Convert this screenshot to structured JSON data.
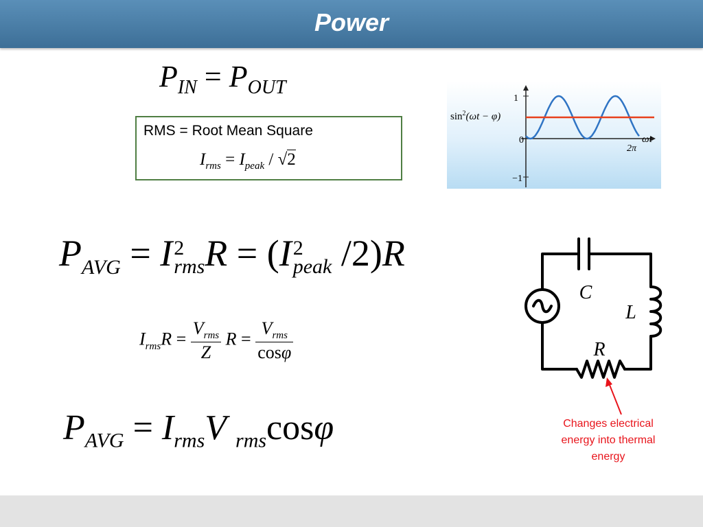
{
  "slide": {
    "title": "Power"
  },
  "equations": {
    "pin": {
      "p1": "P",
      "s1": "IN",
      "eq": "=",
      "p2": "P",
      "s2": "OUT"
    },
    "rms_box": {
      "definition": "RMS = Root Mean Square",
      "lhs": "I",
      "lhs_sub": "rms",
      "eq": "=",
      "rhs": "I",
      "rhs_sub": "peak",
      "slash": "/",
      "root": "√",
      "two": "2"
    },
    "pavg1": {
      "p": "P",
      "p_sub": "AVG",
      "eq1": "=",
      "i": "I",
      "sup2": "2",
      "i_sub": "rms",
      "r1": "R",
      "eq2": "=",
      "lp": "(",
      "i2": "I",
      "sup2b": "2",
      "i2_sub": "peak",
      "slash": "/",
      "two": "2",
      "rp": ")",
      "r2": "R"
    },
    "irms_r": {
      "i": "I",
      "i_sub": "rms",
      "r": "R",
      "eq1": "=",
      "v1": "V",
      "v1_sub": "rms",
      "z": "Z",
      "r2": "R",
      "eq2": "=",
      "v2": "V",
      "v2_sub": "rms",
      "cos": "cos",
      "phi": "φ"
    },
    "pavg2": {
      "p": "P",
      "p_sub": "AVG",
      "eq": "=",
      "i": "I",
      "i_sub": "rms",
      "v": "V",
      "v_sub": "rms",
      "cos": "cos",
      "phi": "φ"
    }
  },
  "waveform": {
    "label_fn": "sin",
    "label_sup": "2",
    "label_arg": "(ωt − φ)",
    "tick_1": "1",
    "tick_0": "0",
    "tick_m1": "−1",
    "x_end": "2π",
    "x_axis": "ωt",
    "curve_color": "#2f74c4",
    "avg_color": "#e8401c"
  },
  "circuit": {
    "label_c": "C",
    "label_l": "L",
    "label_r": "R"
  },
  "annotation": {
    "line1": "Changes electrical",
    "line2": "energy into thermal",
    "line3": "energy",
    "color": "#e8141b"
  }
}
